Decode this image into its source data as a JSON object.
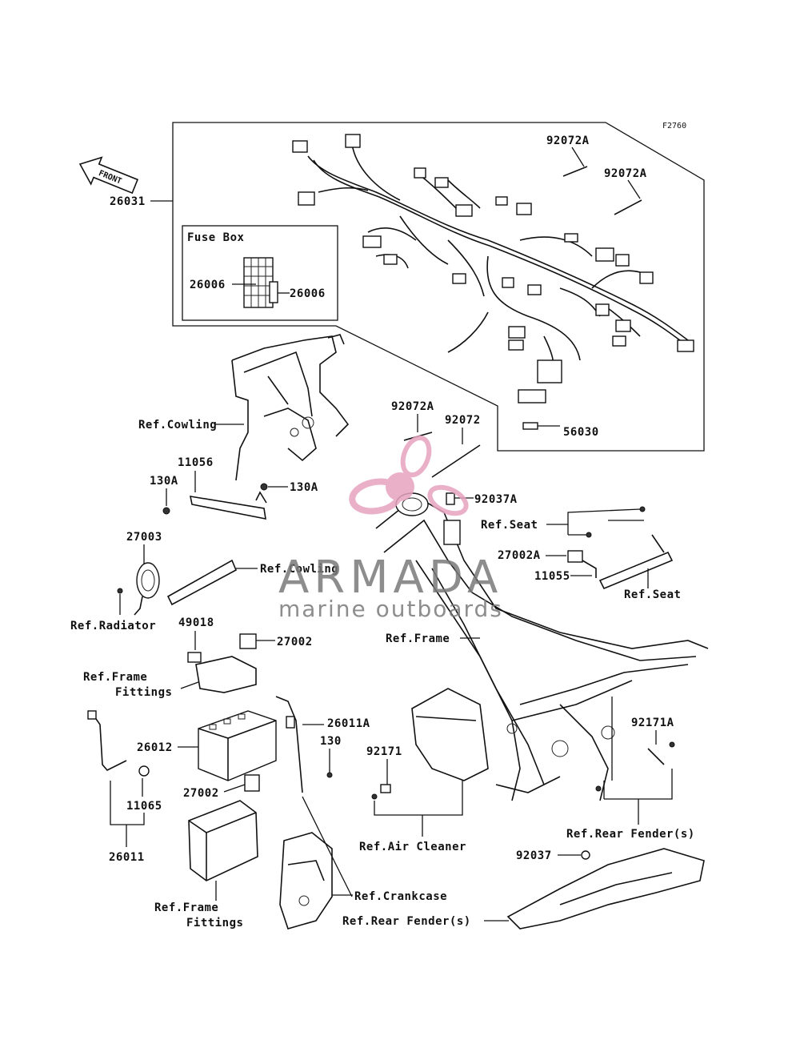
{
  "figure_code": "F2760",
  "front_arrow": "FRONT",
  "fuse_box_title": "Fuse Box",
  "watermark": {
    "brand": "ARMADA",
    "tagline": "marine outboards",
    "pink": "#e6a3bf",
    "gray": "#8a8a8a"
  },
  "labels": {
    "p26031": "26031",
    "p26006_left": "26006",
    "p26006_right": "26006",
    "p92072A_top1": "92072A",
    "p92072A_top2": "92072A",
    "p56030": "56030",
    "ref_cowling_1": "Ref.Cowling",
    "p11056": "11056",
    "p130A_left": "130A",
    "p130A_right": "130A",
    "p92072A_mid": "92072A",
    "p92072": "92072",
    "p92037A": "92037A",
    "ref_seat_1": "Ref.Seat",
    "p27002A": "27002A",
    "p11055": "11055",
    "ref_seat_2": "Ref.Seat",
    "p27003": "27003",
    "ref_cowling_2": "Ref.Cowling",
    "ref_radiator": "Ref.Radiator",
    "p49018": "49018",
    "p27002_a": "27002",
    "ref_frame_fittings_1_a": "Ref.Frame",
    "ref_frame_fittings_1_b": "Fittings",
    "ref_frame": "Ref.Frame",
    "p26011A": "26011A",
    "p130": "130",
    "p92171A": "92171A",
    "p26012": "26012",
    "p92171": "92171",
    "p27002_b": "27002",
    "p11065": "11065",
    "p26011": "26011",
    "ref_air_cleaner": "Ref.Air Cleaner",
    "ref_rear_fender_1": "Ref.Rear Fender(s)",
    "p92037": "92037",
    "ref_crankcase": "Ref.Crankcase",
    "ref_frame_fittings_2_a": "Ref.Frame",
    "ref_frame_fittings_2_b": "Fittings",
    "ref_rear_fender_2": "Ref.Rear Fender(s)"
  }
}
